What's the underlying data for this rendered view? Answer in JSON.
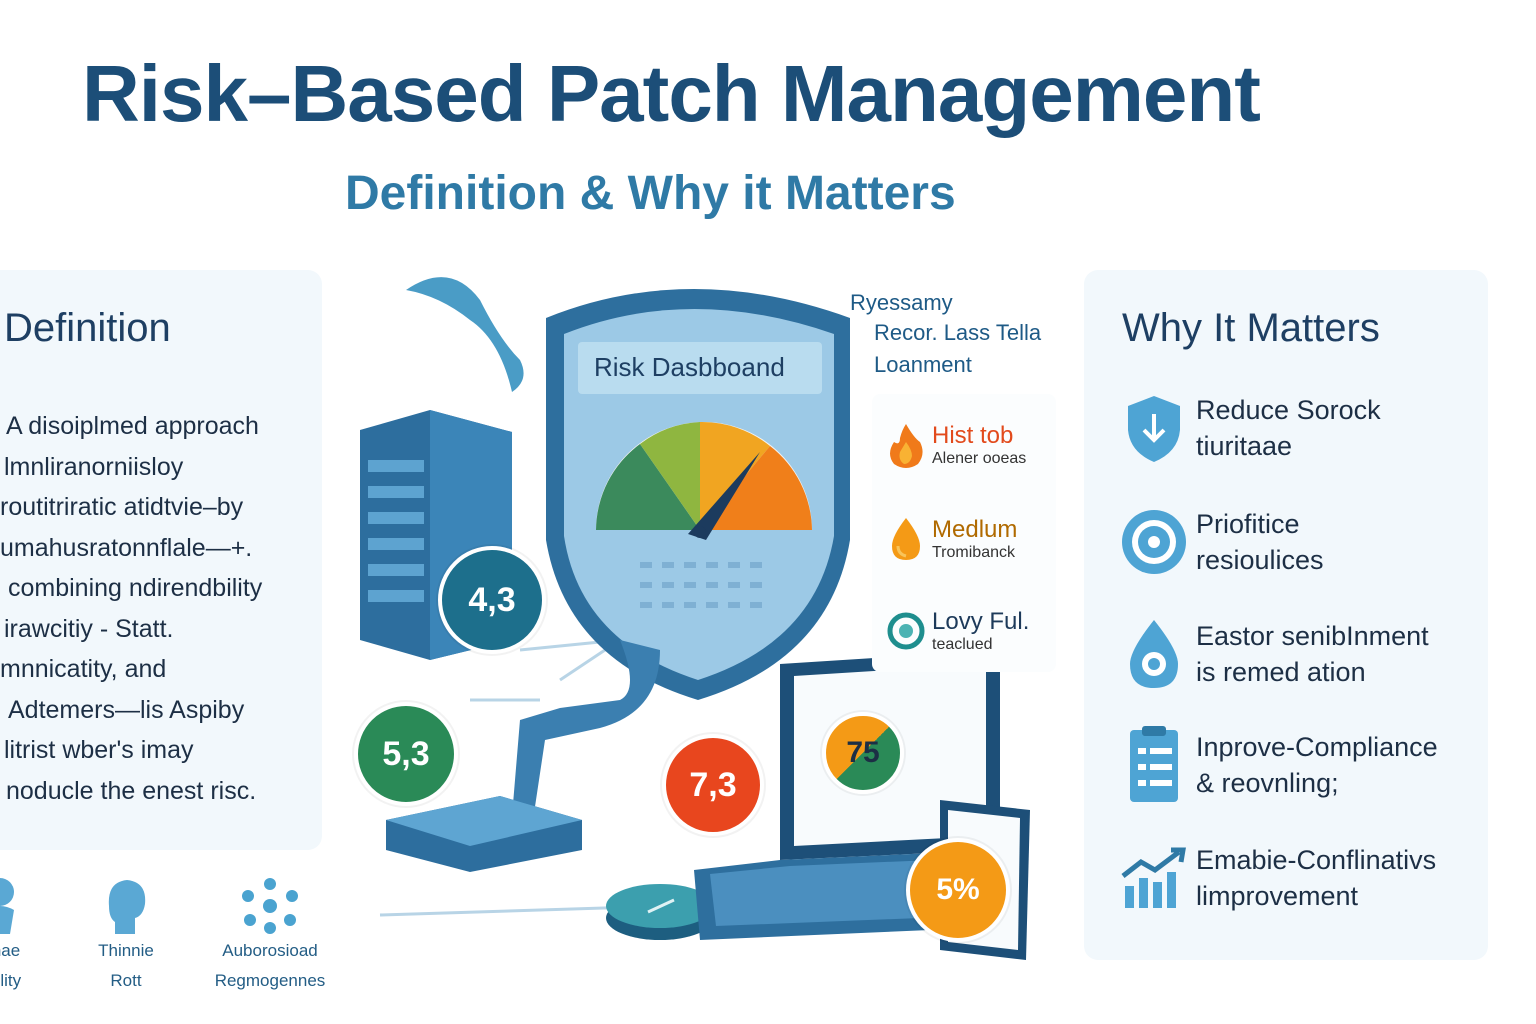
{
  "header": {
    "title": "Risk–Based Patch Management",
    "subtitle": "Definition & Why it Matters"
  },
  "definition": {
    "heading": "Definition",
    "lines": [
      "A disoiplmed approach",
      "lmnliranorniisloy",
      "routitriratic atidtvie–by",
      "umahusratonnflale—+.",
      "combining ndirendbility",
      "irawcitiy - Statt.",
      "mnnicatity, and",
      "Adtemers—lis Aspiby",
      "litrist wber's imay",
      "noducle the enest risc."
    ]
  },
  "bottom_left": [
    {
      "icon": "person-icon",
      "line1": "nae",
      "line2": "dlity"
    },
    {
      "icon": "head-icon",
      "line1": "Thinnie",
      "line2": "Rott"
    },
    {
      "icon": "network-icon",
      "line1": "Auborosioad",
      "line2": "Regmogennes"
    }
  ],
  "center": {
    "dashboard_label": "Risk Dasbboand",
    "scores": {
      "teal": "4,3",
      "green": "5,3",
      "red": "7,3",
      "laptop": "75",
      "orange": "5%"
    }
  },
  "legend_header": {
    "line1": "Ryessamy",
    "line2": "Recor. Lass Tella",
    "line3": "Loanment"
  },
  "legend": [
    {
      "icon": "flame-icon",
      "title": "Hist tob",
      "sub": "Alener ooeas",
      "color": "#e24a1c"
    },
    {
      "icon": "drop-icon",
      "title": "Medlum",
      "sub": "Tromibanck",
      "color": "#b06a00"
    },
    {
      "icon": "recycle-icon",
      "title": "Lovy Ful.",
      "sub": "teaclued",
      "color": "#1d3a5a"
    }
  ],
  "why": {
    "heading": "Why It Matters",
    "items": [
      {
        "icon": "shield-down-icon",
        "line1": "Reduce Sorock",
        "line2": "tiuritaae"
      },
      {
        "icon": "target-icon",
        "line1": "Priofitice",
        "line2": "resioulices"
      },
      {
        "icon": "drop-icon",
        "line1": "Eastor senibInment",
        "line2": "is remed ation"
      },
      {
        "icon": "checklist-icon",
        "line1": "Inprove-Compliance",
        "line2": "& reovnling;"
      },
      {
        "icon": "growth-chart-icon",
        "line1": "Emabie-Conflinativs",
        "line2": "limprovement"
      }
    ]
  },
  "colors": {
    "title": "#1c4e78",
    "subtitle": "#2f7aa6",
    "teal": "#1d6f8c",
    "green": "#2a8a57",
    "red": "#e8461e",
    "orange": "#f49a16"
  }
}
